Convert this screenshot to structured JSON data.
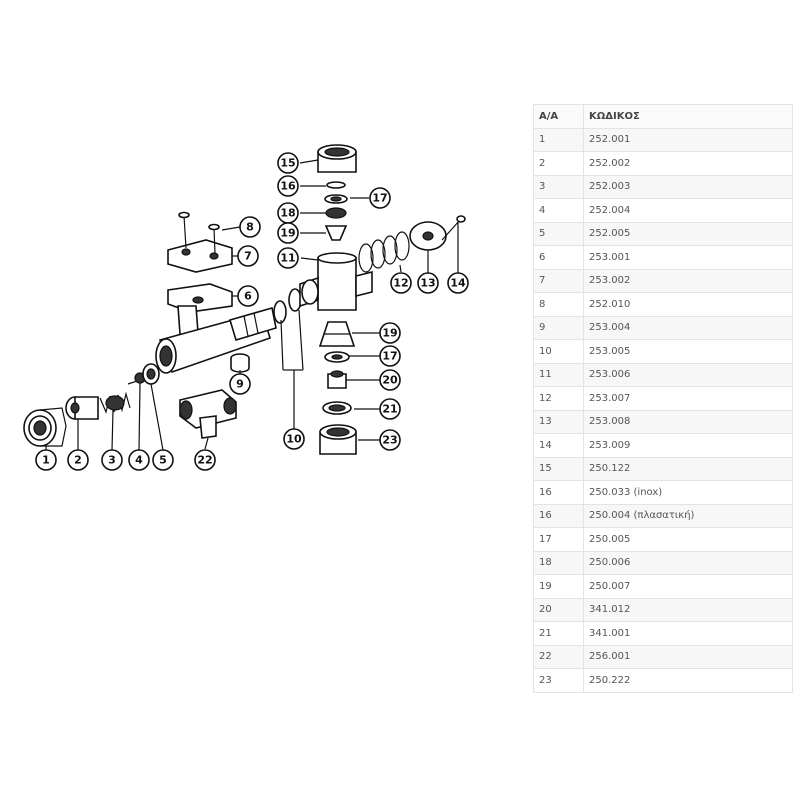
{
  "table": {
    "headers": {
      "item": "Α/Α",
      "code": "ΚΩΔΙΚΟΣ"
    },
    "rows": [
      {
        "item": "1",
        "code": "252.001"
      },
      {
        "item": "2",
        "code": "252.002"
      },
      {
        "item": "3",
        "code": "252.003"
      },
      {
        "item": "4",
        "code": "252.004"
      },
      {
        "item": "5",
        "code": "252.005"
      },
      {
        "item": "6",
        "code": "253.001"
      },
      {
        "item": "7",
        "code": "253.002"
      },
      {
        "item": "8",
        "code": "252.010"
      },
      {
        "item": "9",
        "code": "253.004"
      },
      {
        "item": "10",
        "code": "253.005"
      },
      {
        "item": "11",
        "code": "253.006"
      },
      {
        "item": "12",
        "code": "253.007"
      },
      {
        "item": "13",
        "code": "253.008"
      },
      {
        "item": "14",
        "code": "253.009"
      },
      {
        "item": "15",
        "code": "250.122"
      },
      {
        "item": "16",
        "code": "250.033 (inox)"
      },
      {
        "item": "16",
        "code": "250.004 (πλασατική)"
      },
      {
        "item": "17",
        "code": "250.005"
      },
      {
        "item": "18",
        "code": "250.006"
      },
      {
        "item": "19",
        "code": "250.007"
      },
      {
        "item": "20",
        "code": "341.012"
      },
      {
        "item": "21",
        "code": "341.001"
      },
      {
        "item": "22",
        "code": "256.001"
      },
      {
        "item": "23",
        "code": "250.222"
      }
    ]
  },
  "diagram": {
    "callouts": [
      "1",
      "2",
      "3",
      "4",
      "5",
      "6",
      "7",
      "8",
      "9",
      "10",
      "11",
      "12",
      "13",
      "14",
      "15",
      "16",
      "17",
      "18",
      "19",
      "20",
      "21",
      "22",
      "23"
    ]
  }
}
